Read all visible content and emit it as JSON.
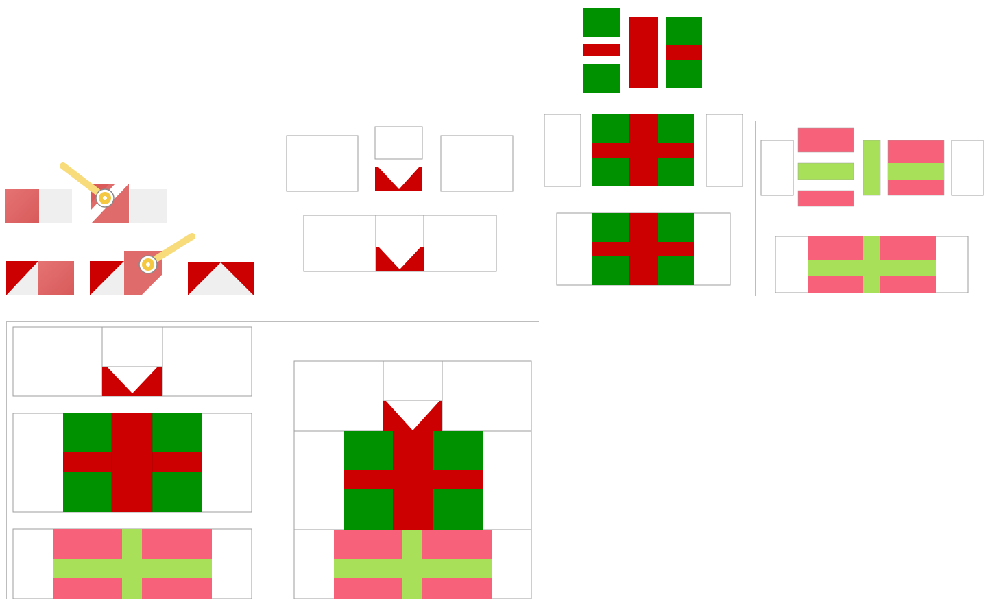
{
  "colors": {
    "background": "#ffffff",
    "outline": "#9e9e9e",
    "separator": "#bdbdbd",
    "red": "#cc0000",
    "green": "#009100",
    "pink": "#f7627a",
    "lime": "#a8e05a",
    "pink_light": "#e06b6b",
    "grey_light": "#efefef",
    "cutter_handle": "#f8dc7c",
    "cutter_wheel": "#f5c842"
  },
  "panels": [
    {
      "id": "hst-cutting",
      "description_icon": "rotary-cutter-icon"
    },
    {
      "id": "top-section-assembly"
    },
    {
      "id": "green-present-assembly"
    },
    {
      "id": "pink-present-assembly"
    },
    {
      "id": "finished-block-parts"
    },
    {
      "id": "finished-block"
    }
  ]
}
